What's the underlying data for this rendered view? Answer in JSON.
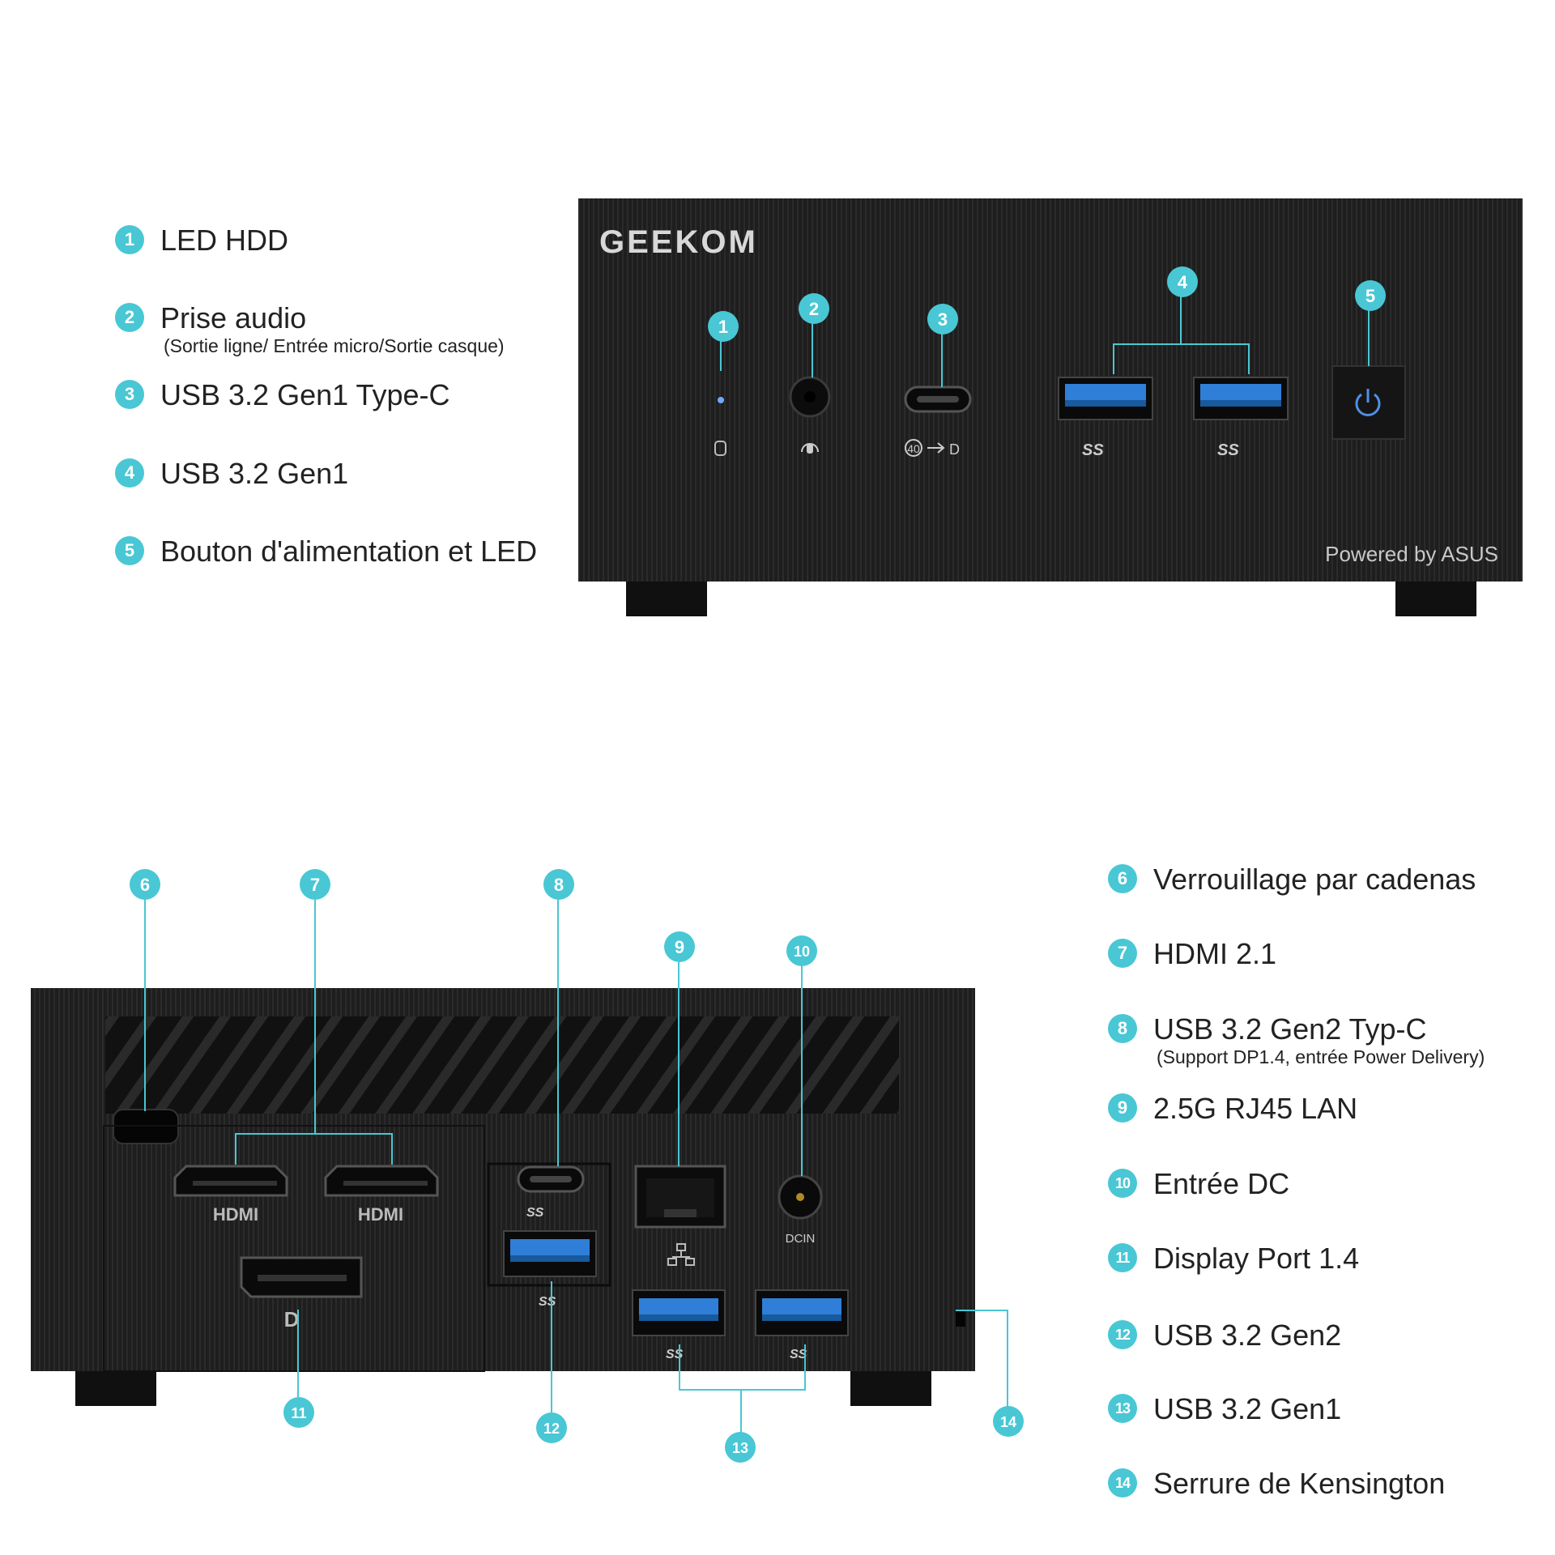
{
  "front": {
    "brand": "GEEKOM",
    "powered_by": "Powered by ASUS",
    "legend": [
      {
        "num": "1",
        "label": "LED HDD",
        "sub": ""
      },
      {
        "num": "2",
        "label": "Prise audio",
        "sub": "(Sortie ligne/ Entrée micro/Sortie casque)"
      },
      {
        "num": "3",
        "label": "USB 3.2 Gen1 Type-C",
        "sub": ""
      },
      {
        "num": "4",
        "label": "USB 3.2 Gen1",
        "sub": ""
      },
      {
        "num": "5",
        "label": "Bouton d'alimentation et LED",
        "sub": ""
      }
    ],
    "port_marks": {
      "usb_c": "40",
      "ss": "SS"
    }
  },
  "rear": {
    "legend": [
      {
        "num": "6",
        "label": "Verrouillage par cadenas",
        "sub": ""
      },
      {
        "num": "7",
        "label": "HDMI 2.1",
        "sub": ""
      },
      {
        "num": "8",
        "label": "USB 3.2 Gen2 Typ-C",
        "sub": "(Support DP1.4, entrée Power Delivery)"
      },
      {
        "num": "9",
        "label": "2.5G RJ45 LAN",
        "sub": ""
      },
      {
        "num": "10",
        "label": "Entrée DC",
        "sub": ""
      },
      {
        "num": "11",
        "label": "Display Port 1.4",
        "sub": ""
      },
      {
        "num": "12",
        "label": "USB 3.2 Gen2",
        "sub": ""
      },
      {
        "num": "13",
        "label": "USB 3.2 Gen1",
        "sub": ""
      },
      {
        "num": "14",
        "label": "Serrure de Kensington",
        "sub": ""
      }
    ],
    "port_labels": {
      "hdmi1": "HDMI",
      "hdmi2": "HDMI",
      "dcin": "DCIN"
    }
  },
  "colors": {
    "accent": "#49c7d4",
    "usb_blue": "#2f7fd8",
    "body": "#1c1c1c",
    "led": "#6fa8ff"
  }
}
